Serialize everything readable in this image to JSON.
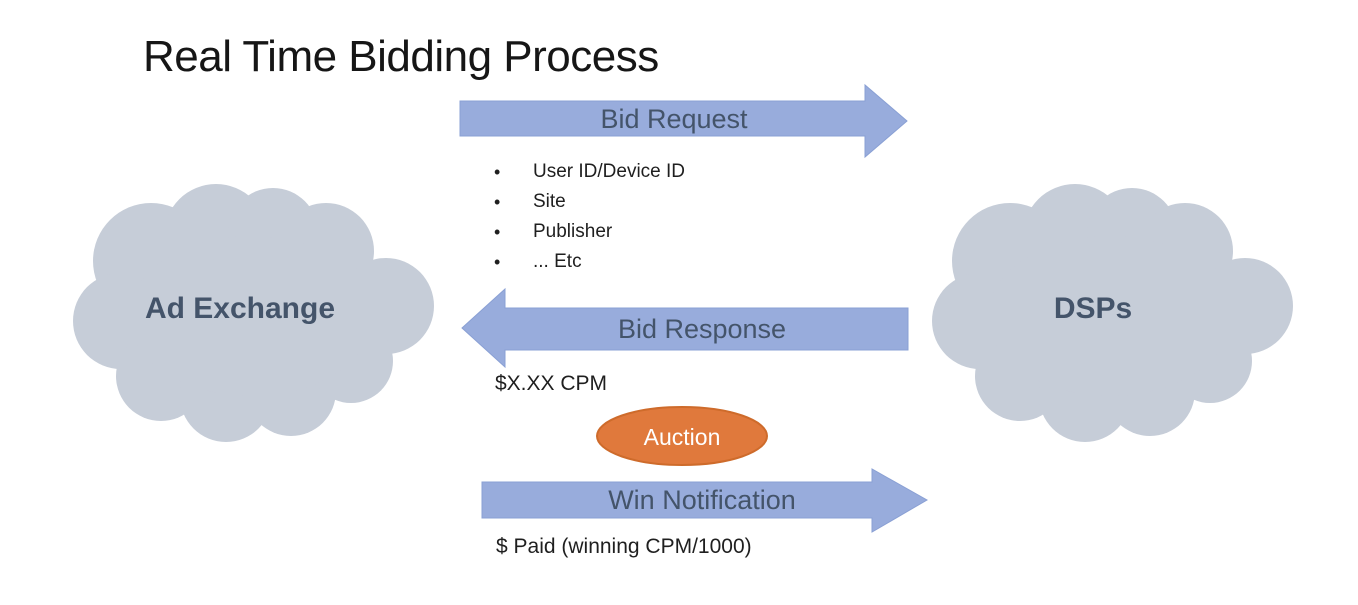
{
  "title": "Real Time Bidding Process",
  "colors": {
    "arrow_fill": "#98ACDC",
    "arrow_outline": "#8AA0D4",
    "arrow_label": "#44546A",
    "cloud_fill": "#C6CDD8",
    "cloud_label": "#44546A",
    "auction_fill": "#E0793C",
    "auction_outline": "#CE6B2B",
    "auction_label": "#FFFFFF",
    "body_text": "#1F1F1F"
  },
  "clouds": {
    "left": {
      "label": "Ad Exchange"
    },
    "right": {
      "label": "DSPs"
    }
  },
  "flows": {
    "bid_request": {
      "label": "Bid Request",
      "direction": "right",
      "details": [
        "User ID/Device ID",
        "Site",
        "Publisher",
        "... Etc"
      ]
    },
    "bid_response": {
      "label": "Bid Response",
      "direction": "left",
      "note": "$X.XX CPM"
    },
    "auction": {
      "label": "Auction"
    },
    "win_notification": {
      "label": "Win Notification",
      "direction": "right",
      "note": "$ Paid (winning CPM/1000)"
    }
  }
}
